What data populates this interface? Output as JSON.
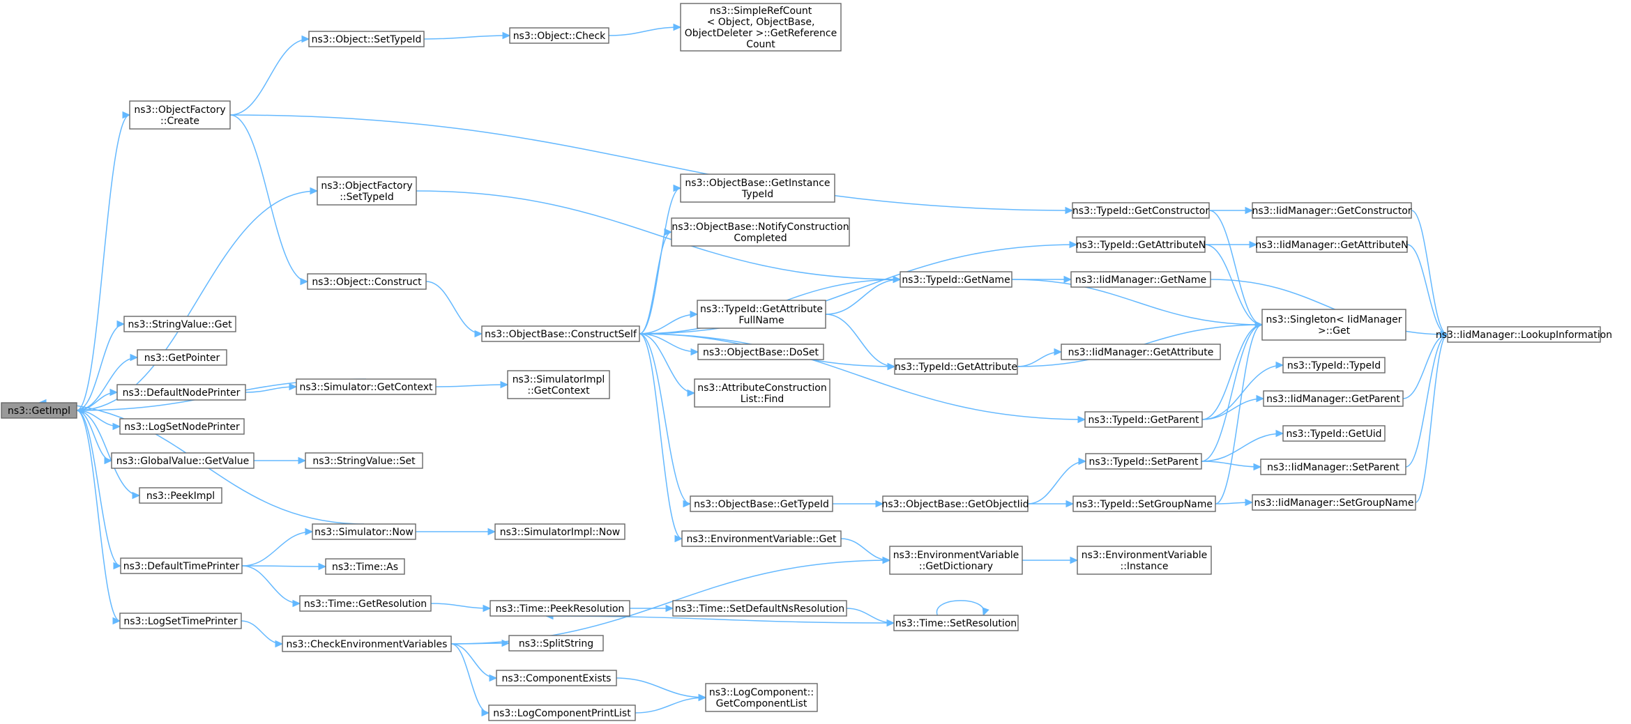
{
  "graph": {
    "colors": {
      "edge": "#63b8ff",
      "node_border": "#666666",
      "root_fill": "#999999",
      "node_fill": "#ffffff"
    },
    "nodes": {
      "getimpl": [
        "ns3::GetImpl"
      ],
      "objfactory_create": [
        "ns3::ObjectFactory",
        "::Create"
      ],
      "objfactory_settypeid": [
        "ns3::ObjectFactory",
        "::SetTypeId"
      ],
      "stringvalue_get": [
        "ns3::StringValue::Get"
      ],
      "getpointer": [
        "ns3::GetPointer"
      ],
      "defaultnodeprinter": [
        "ns3::DefaultNodePrinter"
      ],
      "logsetnodeprinter": [
        "ns3::LogSetNodePrinter"
      ],
      "globalvalue_getvalue": [
        "ns3::GlobalValue::GetValue"
      ],
      "peekimpl": [
        "ns3::PeekImpl"
      ],
      "defaulttimeprinter": [
        "ns3::DefaultTimePrinter"
      ],
      "logsettimeprinter": [
        "ns3::LogSetTimePrinter"
      ],
      "object_settypeid": [
        "ns3::Object::SetTypeId"
      ],
      "object_construct": [
        "ns3::Object::Construct"
      ],
      "simulator_getcontext": [
        "ns3::Simulator::GetContext"
      ],
      "stringvalue_set": [
        "ns3::StringValue::Set"
      ],
      "simulator_now": [
        "ns3::Simulator::Now"
      ],
      "time_as": [
        "ns3::Time::As"
      ],
      "time_getresolution": [
        "ns3::Time::GetResolution"
      ],
      "checkenvvars": [
        "ns3::CheckEnvironmentVariables"
      ],
      "object_check": [
        "ns3::Object::Check"
      ],
      "simplerefcount": [
        "ns3::SimpleRefCount",
        "< Object, ObjectBase,",
        "ObjectDeleter >::GetReference",
        "Count"
      ],
      "objectbase_constructself": [
        "ns3::ObjectBase::ConstructSelf"
      ],
      "simulatorimpl_getcontext": [
        "ns3::SimulatorImpl",
        "::GetContext"
      ],
      "simulatorimpl_now": [
        "ns3::SimulatorImpl::Now"
      ],
      "time_peekresolution": [
        "ns3::Time::PeekResolution"
      ],
      "splitstring": [
        "ns3::SplitString"
      ],
      "componentexists": [
        "ns3::ComponentExists"
      ],
      "logcomponentprintlist": [
        "ns3::LogComponentPrintList"
      ],
      "objectbase_getinstancetypeid": [
        "ns3::ObjectBase::GetInstance",
        "TypeId"
      ],
      "objectbase_notifyconstruction": [
        "ns3::ObjectBase::NotifyConstruction",
        "Completed"
      ],
      "typeid_getattributefullname": [
        "ns3::TypeId::GetAttribute",
        "FullName"
      ],
      "objectbase_doset": [
        "ns3::ObjectBase::DoSet"
      ],
      "attrconstructionlist_find": [
        "ns3::AttributeConstruction",
        "List::Find"
      ],
      "objectbase_gettypeid": [
        "ns3::ObjectBase::GetTypeId"
      ],
      "envvar_get": [
        "ns3::EnvironmentVariable::Get"
      ],
      "time_setdefaultnsresolution": [
        "ns3::Time::SetDefaultNsResolution"
      ],
      "logcomponent_getcomponentlist": [
        "ns3::LogComponent::",
        "GetComponentList"
      ],
      "typeid_getname": [
        "ns3::TypeId::GetName"
      ],
      "typeid_getattribute": [
        "ns3::TypeId::GetAttribute"
      ],
      "objectbase_getobjectiid": [
        "ns3::ObjectBase::GetObjectIid"
      ],
      "envvar_getdictionary": [
        "ns3::EnvironmentVariable",
        "::GetDictionary"
      ],
      "time_setresolution": [
        "ns3::Time::SetResolution"
      ],
      "typeid_getconstructor": [
        "ns3::TypeId::GetConstructor"
      ],
      "typeid_getattributen": [
        "ns3::TypeId::GetAttributeN"
      ],
      "iidmanager_getname": [
        "ns3::IidManager::GetName"
      ],
      "iidmanager_getattribute": [
        "ns3::IidManager::GetAttribute"
      ],
      "typeid_getparent": [
        "ns3::TypeId::GetParent"
      ],
      "typeid_setparent": [
        "ns3::TypeId::SetParent"
      ],
      "typeid_setgroupname": [
        "ns3::TypeId::SetGroupName"
      ],
      "envvar_instance": [
        "ns3::EnvironmentVariable",
        "::Instance"
      ],
      "iidmanager_getconstructor": [
        "ns3::IidManager::GetConstructor"
      ],
      "iidmanager_getattributen": [
        "ns3::IidManager::GetAttributeN"
      ],
      "singleton_get": [
        "ns3::Singleton< IidManager",
        ">::Get"
      ],
      "typeid_typeid": [
        "ns3::TypeId::TypeId"
      ],
      "iidmanager_getparent": [
        "ns3::IidManager::GetParent"
      ],
      "typeid_getuid": [
        "ns3::TypeId::GetUid"
      ],
      "iidmanager_setparent": [
        "ns3::IidManager::SetParent"
      ],
      "iidmanager_setgroupname": [
        "ns3::IidManager::SetGroupName"
      ],
      "iidmanager_lookupinformation": [
        "ns3::IidManager::LookupInformation"
      ]
    },
    "edges": [
      [
        "getimpl",
        "objfactory_create"
      ],
      [
        "getimpl",
        "objfactory_settypeid"
      ],
      [
        "getimpl",
        "stringvalue_get"
      ],
      [
        "getimpl",
        "getpointer"
      ],
      [
        "getimpl",
        "defaultnodeprinter"
      ],
      [
        "getimpl",
        "logsetnodeprinter"
      ],
      [
        "getimpl",
        "globalvalue_getvalue"
      ],
      [
        "getimpl",
        "peekimpl"
      ],
      [
        "getimpl",
        "defaulttimeprinter"
      ],
      [
        "getimpl",
        "logsettimeprinter"
      ],
      [
        "objfactory_create",
        "object_settypeid"
      ],
      [
        "objfactory_create",
        "object_construct"
      ],
      [
        "objfactory_create",
        "typeid_getconstructor"
      ],
      [
        "objfactory_settypeid",
        "typeid_getname"
      ],
      [
        "defaultnodeprinter",
        "simulator_getcontext"
      ],
      [
        "simulator_getcontext",
        "getimpl"
      ],
      [
        "simulator_getcontext",
        "simulatorimpl_getcontext"
      ],
      [
        "globalvalue_getvalue",
        "stringvalue_set"
      ],
      [
        "defaulttimeprinter",
        "simulator_now"
      ],
      [
        "simulator_now",
        "getimpl"
      ],
      [
        "simulator_now",
        "simulatorimpl_now"
      ],
      [
        "defaulttimeprinter",
        "time_as"
      ],
      [
        "defaulttimeprinter",
        "time_getresolution"
      ],
      [
        "time_getresolution",
        "time_peekresolution"
      ],
      [
        "logsettimeprinter",
        "checkenvvars"
      ],
      [
        "object_settypeid",
        "object_check"
      ],
      [
        "object_check",
        "simplerefcount"
      ],
      [
        "object_construct",
        "objectbase_constructself"
      ],
      [
        "objectbase_constructself",
        "objectbase_getinstancetypeid"
      ],
      [
        "objectbase_constructself",
        "objectbase_notifyconstruction"
      ],
      [
        "objectbase_constructself",
        "typeid_getname"
      ],
      [
        "objectbase_constructself",
        "typeid_getattributefullname"
      ],
      [
        "objectbase_constructself",
        "objectbase_doset"
      ],
      [
        "objectbase_constructself",
        "attrconstructionlist_find"
      ],
      [
        "objectbase_constructself",
        "typeid_getattribute"
      ],
      [
        "objectbase_constructself",
        "typeid_getparent"
      ],
      [
        "objectbase_constructself",
        "objectbase_gettypeid"
      ],
      [
        "objectbase_constructself",
        "envvar_get"
      ],
      [
        "objectbase_constructself",
        "typeid_getattributen"
      ],
      [
        "typeid_getattributefullname",
        "typeid_getname"
      ],
      [
        "typeid_getattributefullname",
        "typeid_getattribute"
      ],
      [
        "objectbase_gettypeid",
        "objectbase_getobjectiid"
      ],
      [
        "objectbase_getobjectiid",
        "typeid_setparent"
      ],
      [
        "objectbase_getobjectiid",
        "typeid_setgroupname"
      ],
      [
        "envvar_get",
        "envvar_getdictionary"
      ],
      [
        "envvar_getdictionary",
        "envvar_instance"
      ],
      [
        "checkenvvars",
        "envvar_getdictionary"
      ],
      [
        "checkenvvars",
        "splitstring"
      ],
      [
        "checkenvvars",
        "componentexists"
      ],
      [
        "checkenvvars",
        "logcomponentprintlist"
      ],
      [
        "componentexists",
        "logcomponent_getcomponentlist"
      ],
      [
        "logcomponentprintlist",
        "logcomponent_getcomponentlist"
      ],
      [
        "time_peekresolution",
        "time_setdefaultnsresolution"
      ],
      [
        "time_setdefaultnsresolution",
        "time_setresolution"
      ],
      [
        "time_setresolution",
        "time_peekresolution"
      ],
      [
        "time_setresolution",
        "time_setresolution"
      ],
      [
        "typeid_getname",
        "iidmanager_getname"
      ],
      [
        "typeid_getname",
        "singleton_get"
      ],
      [
        "typeid_getattribute",
        "iidmanager_getattribute"
      ],
      [
        "typeid_getattribute",
        "singleton_get"
      ],
      [
        "typeid_getconstructor",
        "iidmanager_getconstructor"
      ],
      [
        "typeid_getconstructor",
        "singleton_get"
      ],
      [
        "typeid_getattributen",
        "iidmanager_getattributen"
      ],
      [
        "typeid_getattributen",
        "singleton_get"
      ],
      [
        "typeid_getparent",
        "typeid_typeid"
      ],
      [
        "typeid_getparent",
        "iidmanager_getparent"
      ],
      [
        "typeid_getparent",
        "singleton_get"
      ],
      [
        "typeid_setparent",
        "typeid_getuid"
      ],
      [
        "typeid_setparent",
        "iidmanager_setparent"
      ],
      [
        "typeid_setparent",
        "singleton_get"
      ],
      [
        "typeid_setgroupname",
        "iidmanager_setgroupname"
      ],
      [
        "typeid_setgroupname",
        "singleton_get"
      ],
      [
        "iidmanager_getconstructor",
        "iidmanager_lookupinformation"
      ],
      [
        "iidmanager_getattributen",
        "iidmanager_lookupinformation"
      ],
      [
        "iidmanager_getname",
        "iidmanager_lookupinformation"
      ],
      [
        "iidmanager_getparent",
        "iidmanager_lookupinformation"
      ],
      [
        "iidmanager_setparent",
        "iidmanager_lookupinformation"
      ],
      [
        "iidmanager_setgroupname",
        "iidmanager_lookupinformation"
      ]
    ]
  }
}
